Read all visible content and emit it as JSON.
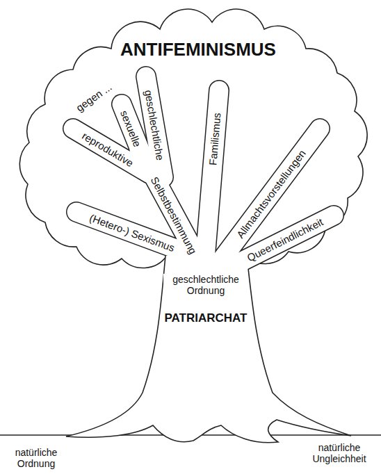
{
  "diagram": {
    "title": "ANTIFEMINISMUS",
    "labels": [
      "gegen ...",
      "sexuelle",
      "geschlechtliche",
      "reproduktive",
      "Selbstbestimmung",
      "(Hetero-) Sexismus",
      "Familismus",
      "Allmachtsvorstellungen",
      "Queerfeindlichkeit",
      "geschlechtliche Ordnung",
      "PATRIARCHAT",
      "natürliche Ordnung",
      "natürliche Ungleichheit"
    ]
  }
}
